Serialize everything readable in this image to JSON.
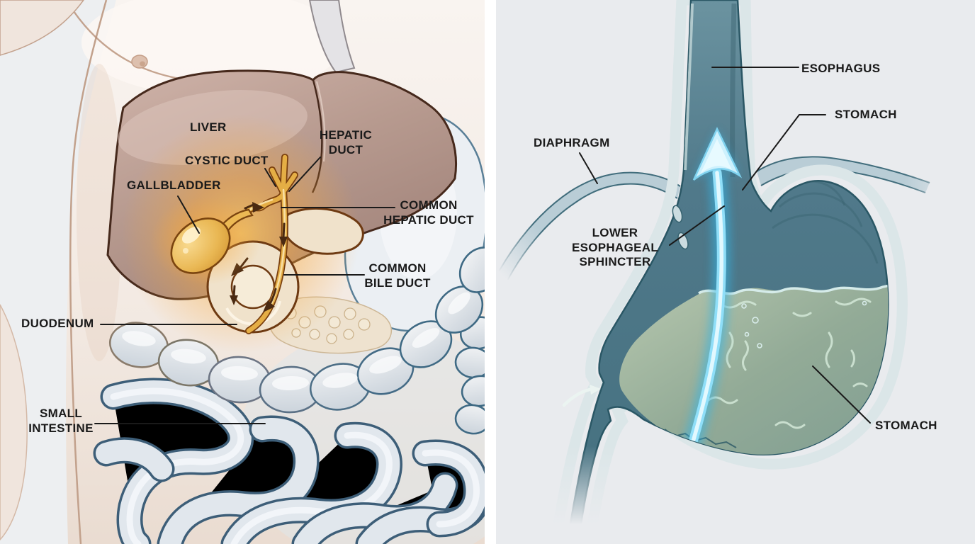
{
  "left_panel": {
    "labels": {
      "liver": "LIVER",
      "hepatic_duct": "HEPATIC DUCT",
      "cystic_duct": "CYSTIC DUCT",
      "gallbladder": "GALLBLADDER",
      "common_hepatic_duct": "COMMON HEPATIC DUCT",
      "common_bile_duct": "COMMON BILE DUCT",
      "duodenum": "DUODENUM",
      "small_intestine": "SMALL INTESTINE"
    }
  },
  "right_panel": {
    "labels": {
      "esophagus": "ESOPHAGUS",
      "stomach_top": "STOMACH",
      "diaphragm": "DIAPHRAGM",
      "lower_esophageal_sphincter": "LOWER ESOPHAGEAL SPHINCTER",
      "stomach_bottom": "STOMACH"
    }
  },
  "icons": {
    "bile_flow_arrow": "↓",
    "reflux_arrow": "↑",
    "pyloric_flow_arrow": "→"
  },
  "colors": {
    "leader": "#1a1a1a",
    "label_text": "#1a1a1a",
    "divider": "#ffffff",
    "left_panel_bg": "#edeff1",
    "right_panel_bg": "#e9ebee",
    "skin": "#f4ece6",
    "liver": "#b79a8f",
    "liver_outline": "#46291c",
    "bile_gold": "#e5ae45",
    "duct_outline": "#7a3f0e",
    "gallbladder_gold": "#e9b753",
    "glow_orange": "#f7a93c",
    "duodenum_cream": "#f0e2cb",
    "intestine_outline": "#3d5e78",
    "intestine_fill": "#e1e7ed",
    "stomach_wall": "#ccdcdd",
    "stomach_outline": "#1f4a57",
    "lumen_top": "#6b93a0",
    "lumen_deep": "#47707f",
    "fluid_green": "#93ab97",
    "reflux_glow": "#35b5e6",
    "reflux_core": "#e2f8fe",
    "diaphragm_fill": "#b9cdd6",
    "diaphragm_edge": "#416d7c"
  }
}
